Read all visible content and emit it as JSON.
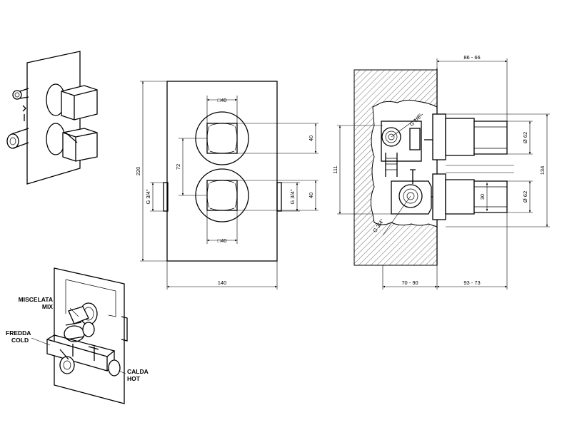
{
  "front_view": {
    "width_dim": "140",
    "height_dim": "220",
    "spacing_dim": "72",
    "square_top": "□40",
    "square_bottom": "□40",
    "handle_height_top": "40",
    "handle_height_bottom": "40",
    "thread_left": "G 3/4\"",
    "thread_right": "G 3/4\""
  },
  "side_view": {
    "top_dim": "86 - 66",
    "wall_dim": "70 - 90",
    "depth_dim": "93 - 73",
    "height_left": "111",
    "height_right": "134",
    "diameter_top": "Ø 62",
    "diameter_bottom": "Ø 62",
    "thread_top": "G 1/2\"",
    "thread_bottom": "G 3/4\"",
    "knob_dim": "30"
  },
  "iso_labels": {
    "mix_line1": "MISCELATA",
    "mix_line2": "MIX",
    "cold_line1": "FREDDA",
    "cold_line2": "COLD",
    "hot_line1": "CALDA",
    "hot_line2": "HOT"
  }
}
